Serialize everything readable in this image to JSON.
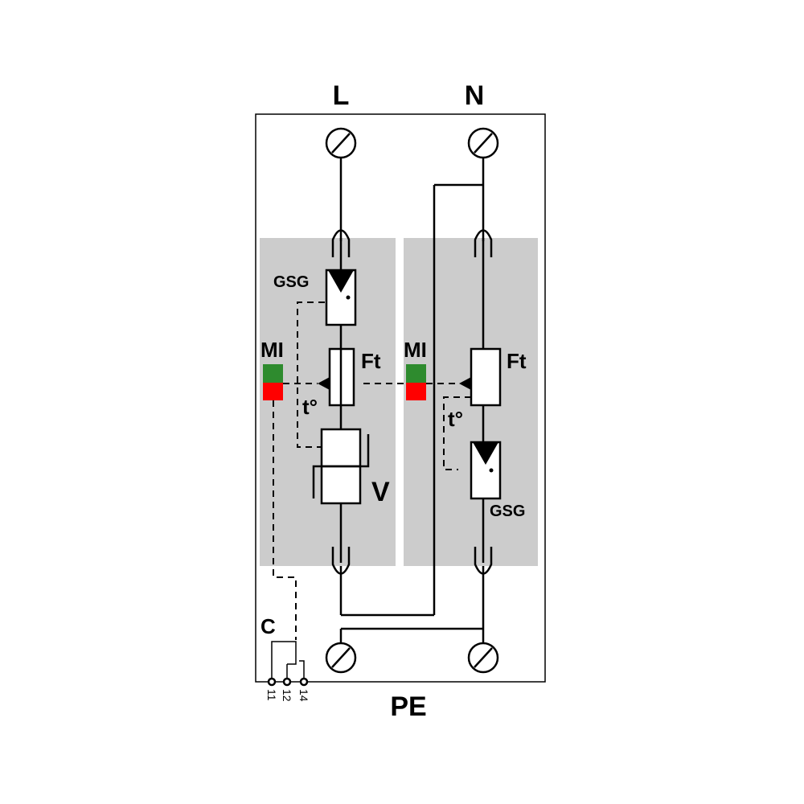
{
  "terminals": {
    "top_left": "L",
    "top_right": "N",
    "bottom": "PE"
  },
  "modules": {
    "left": {
      "gap_label": "GSG",
      "indicator_label": "MI",
      "fuse_label": "Ft",
      "thermal_label": "t°",
      "varistor_label": "V"
    },
    "right": {
      "gap_label": "GSG",
      "indicator_label": "MI",
      "fuse_label": "Ft",
      "thermal_label": "t°"
    }
  },
  "contact": {
    "label": "C",
    "pins": [
      "11",
      "12",
      "14"
    ]
  },
  "colors": {
    "module_bg": "#cccccc",
    "indicator_ok": "#2e8b2e",
    "indicator_fault": "#ff0000"
  }
}
